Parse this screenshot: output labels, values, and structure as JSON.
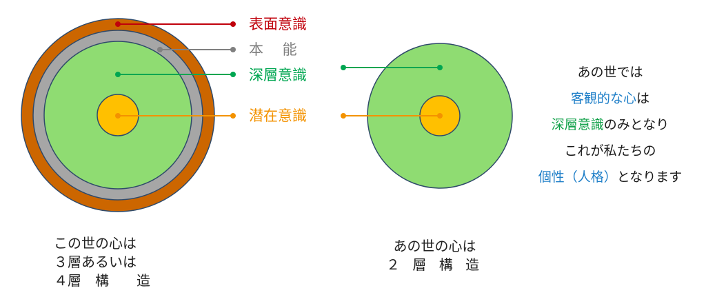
{
  "colors": {
    "surface": "#c0000b",
    "instinct": "#808080",
    "deep": "#00a651",
    "latent": "#f39200",
    "blue_text": "#1f7fc8",
    "green_text": "#12a14a",
    "orange_ring": "#cc6600",
    "gray_ring": "#a6a6a6",
    "green_fill": "#8fdc72",
    "yellow_fill": "#ffc000"
  },
  "labels": {
    "surface": "表面意識",
    "instinct": "本　 能",
    "deep": "深層意識",
    "latent": "潜在意識"
  },
  "caption_left": {
    "line1": "この世の心は",
    "line2": "３層あるいは",
    "line3": "４層　構　　造"
  },
  "caption_center": {
    "line1": "あの世の心は",
    "line2": "２ 層 構 造"
  },
  "right_text": {
    "line1": "あの世では",
    "line2_blue": "客観的な心",
    "line2_rest": "は",
    "line3_green": "深層意識",
    "line3_rest": "のみとなり",
    "line4": "これが私たちの",
    "line5_blue": "個性（人格）",
    "line5_rest": "となります"
  }
}
